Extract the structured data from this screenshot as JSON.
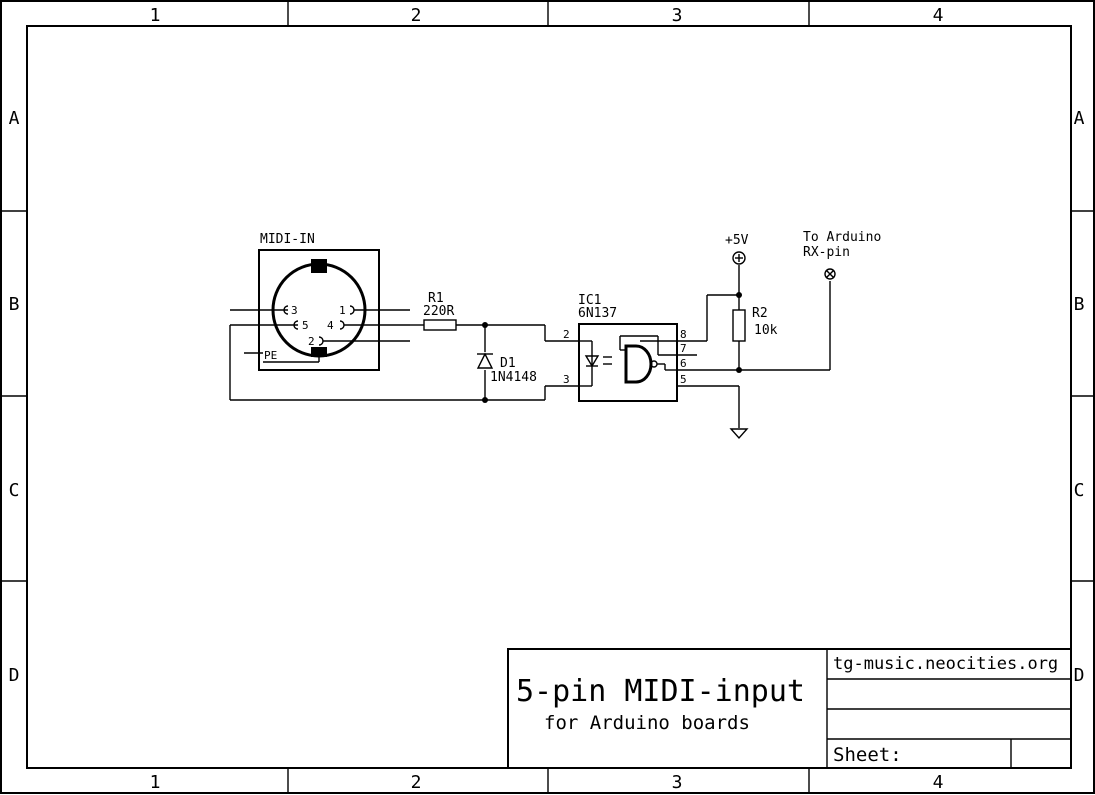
{
  "frame": {
    "columns": [
      "1",
      "2",
      "3",
      "4"
    ],
    "rows": [
      "A",
      "B",
      "C",
      "D"
    ]
  },
  "components": {
    "connector": {
      "name": "MIDI-IN",
      "pins": [
        "3",
        "1",
        "5",
        "4",
        "2"
      ],
      "shield_label": "PE"
    },
    "resistor_r1": {
      "name": "R1",
      "value": "220R"
    },
    "diode_d1": {
      "name": "D1",
      "value": "1N4148"
    },
    "optocoupler_ic1": {
      "name": "IC1",
      "value": "6N137",
      "pins": [
        "2",
        "3",
        "8",
        "7",
        "6",
        "5"
      ]
    },
    "resistor_r2": {
      "name": "R2",
      "value": "10k"
    },
    "supply": {
      "label": "+5V"
    },
    "rx_terminal": {
      "line1": "To Arduino",
      "line2": "RX-pin"
    }
  },
  "title_block": {
    "title": "5-pin MIDI-input",
    "subtitle": "for Arduino boards",
    "url": "tg-music.neocities.org",
    "sheet_label": "Sheet:"
  }
}
